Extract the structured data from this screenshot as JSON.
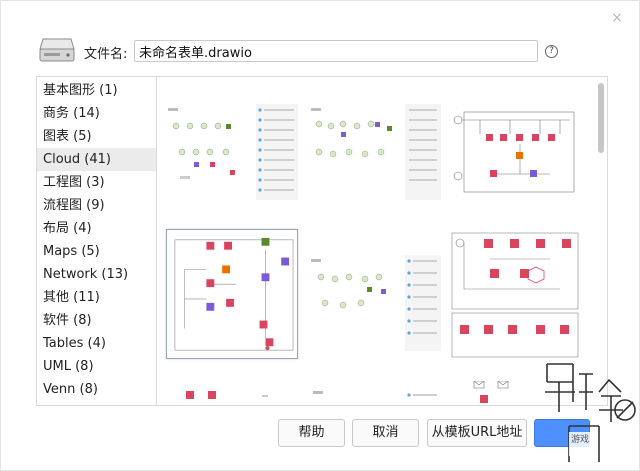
{
  "dialog": {
    "close_glyph": "×",
    "filename_label": "文件名:",
    "filename_value": "未命名表单.drawio",
    "help_glyph": "?"
  },
  "categories": [
    {
      "label": "基本图形 (1)"
    },
    {
      "label": "商务 (14)"
    },
    {
      "label": "图表 (5)"
    },
    {
      "label": "Cloud (41)",
      "selected": true
    },
    {
      "label": "工程图 (3)"
    },
    {
      "label": "流程图 (9)"
    },
    {
      "label": "布局 (4)"
    },
    {
      "label": "Maps (5)"
    },
    {
      "label": "Network (13)"
    },
    {
      "label": "其他 (11)"
    },
    {
      "label": "软件 (8)"
    },
    {
      "label": "Tables (4)"
    },
    {
      "label": "UML (8)"
    },
    {
      "label": "Venn (8)"
    }
  ],
  "buttons": {
    "help": "帮助",
    "cancel": "取消",
    "from_url": "从模板URL地址"
  },
  "colors": {
    "accent": "#4d90fe",
    "aws_red": "#d9455f",
    "aws_orange": "#ed7100",
    "aws_purple": "#7b5cd6",
    "aws_green": "#5a8a2e",
    "doc_blue": "#5ea7d8"
  },
  "watermark": {
    "chars": "游戏"
  },
  "icons": [
    "drive-icon",
    "help-icon",
    "close-icon"
  ]
}
